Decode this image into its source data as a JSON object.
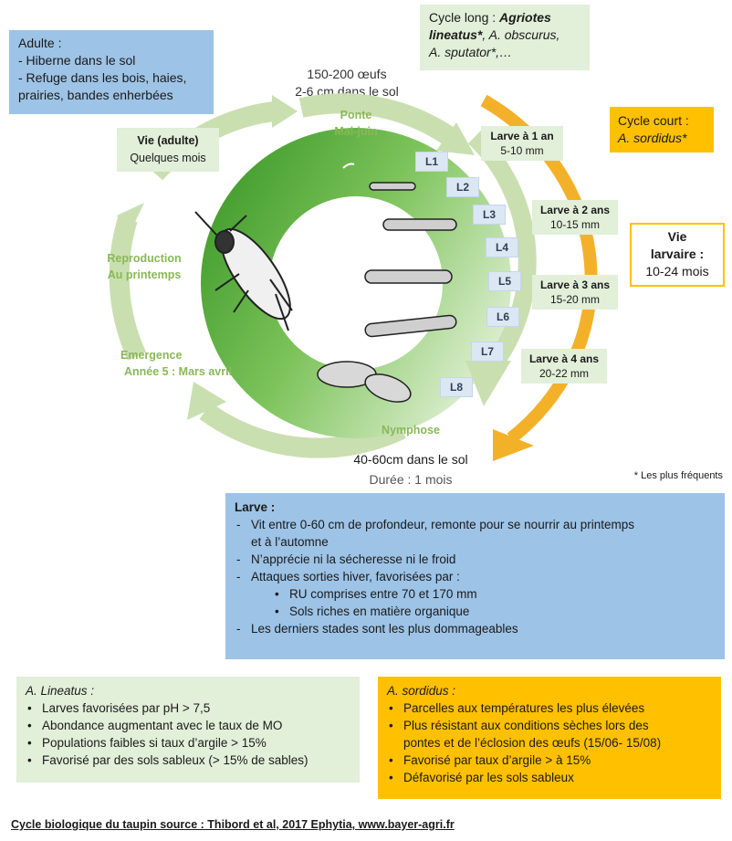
{
  "adult_box": {
    "title": "Adulte :",
    "lines": [
      "- Hiberne dans le sol",
      "- Refuge dans les bois, haies,",
      "prairies, bandes enherbées"
    ]
  },
  "cycle_long": {
    "line1_plain": "Cycle long : ",
    "line1_italic": "Agriotes",
    "line2_italic_bold": "lineatus*",
    "line2_rest": ", A. obscurus,",
    "line3": "A. sputator*,…"
  },
  "cycle_court": {
    "title": "Cycle court :",
    "species": "A. sordidus*"
  },
  "eggs": {
    "count": "150-200 œufs",
    "depth": "2-6 cm dans le sol"
  },
  "ponte": {
    "title": "Ponte",
    "period": "Mai-juin"
  },
  "vie_adulte": {
    "title": "Vie (adulte)",
    "duration": "Quelques mois"
  },
  "reproduction": {
    "title": "Reproduction",
    "period": "Au printemps"
  },
  "emergence": {
    "title": "Emergence",
    "period": "Année 5 : Mars avril"
  },
  "nymphose": {
    "title": "Nymphose",
    "depth": "40-60cm dans le sol",
    "duration": "Durée : 1 mois"
  },
  "vie_larvaire": {
    "line1": "Vie",
    "line2": "larvaire :",
    "duration": "10-24 mois"
  },
  "stages": [
    "L1",
    "L2",
    "L3",
    "L4",
    "L5",
    "L6",
    "L7",
    "L8"
  ],
  "larva_ages": [
    {
      "title": "Larve à 1 an",
      "size": "5-10 mm"
    },
    {
      "title": "Larve à 2 ans",
      "size": "10-15 mm"
    },
    {
      "title": "Larve à 3 ans",
      "size": "15-20 mm"
    },
    {
      "title": "Larve à 4 ans",
      "size": "20-22 mm"
    }
  ],
  "footnote": "* Les plus fréquents",
  "larve_box": {
    "title": "Larve :",
    "items": [
      "Vit entre 0-60 cm de profondeur, remonte pour se nourrir au printemps",
      "et à l’automne",
      "N’apprécie ni la sécheresse ni le froid",
      "Attaques sorties hiver, favorisées par :",
      "Les derniers stades sont les plus dommageables"
    ],
    "sub_items": [
      "RU comprises entre 70 et 170 mm",
      "Sols riches en matière organique"
    ]
  },
  "lineatus_box": {
    "title": "A. Lineatus :",
    "items": [
      "Larves favorisées par pH > 7,5",
      "Abondance augmentant avec le taux de MO",
      "Populations faibles si taux d’argile > 15%",
      "Favorisé par des sols sableux (> 15% de sables)"
    ]
  },
  "sordidus_box": {
    "title": "A. sordidus :",
    "items": [
      "Parcelles aux températures les plus élevées",
      "Plus résistant aux conditions sèches lors des",
      "pontes et de l’éclosion des œufs (15/06- 15/08)",
      "Favorisé par taux d’argile > à 15%",
      "Défavorisé par les sols sableux"
    ]
  },
  "source": "Cycle biologique du taupin source : Thibord et al, 2017 Ephytia, www.bayer-agri.fr",
  "colors": {
    "blue": "#9dc3e6",
    "green_box": "#e2efd9",
    "yellow": "#ffc000",
    "ring_green": "#5aa832",
    "light_green": "#c9dfb0"
  }
}
